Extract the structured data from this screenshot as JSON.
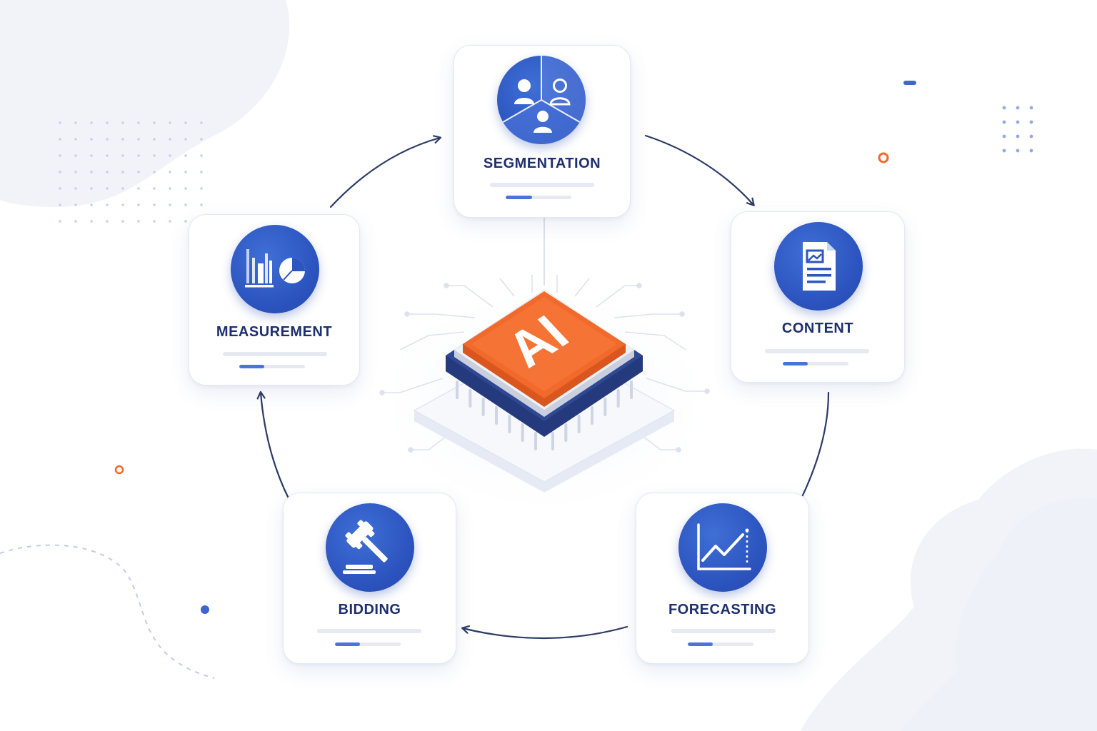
{
  "center": {
    "chip_label": "AI"
  },
  "steps": [
    {
      "id": "segmentation",
      "label": "SEGMENTATION",
      "icon": "users-segments-icon",
      "progress": 0.4
    },
    {
      "id": "content",
      "label": "CONTENT",
      "icon": "document-image-icon",
      "progress": 0.38
    },
    {
      "id": "forecasting",
      "label": "FORECASTING",
      "icon": "trend-line-chart-icon",
      "progress": 0.38
    },
    {
      "id": "bidding",
      "label": "BIDDING",
      "icon": "gavel-icon",
      "progress": 0.38
    },
    {
      "id": "measurement",
      "label": "MEASUREMENT",
      "icon": "bar-pie-chart-icon",
      "progress": 0.38
    }
  ],
  "colors": {
    "primary": "#2d55c0",
    "accent": "#f26a2b",
    "heading": "#1c2f6e",
    "arrow": "#2c3a66",
    "muted": "#e6e9f1"
  }
}
